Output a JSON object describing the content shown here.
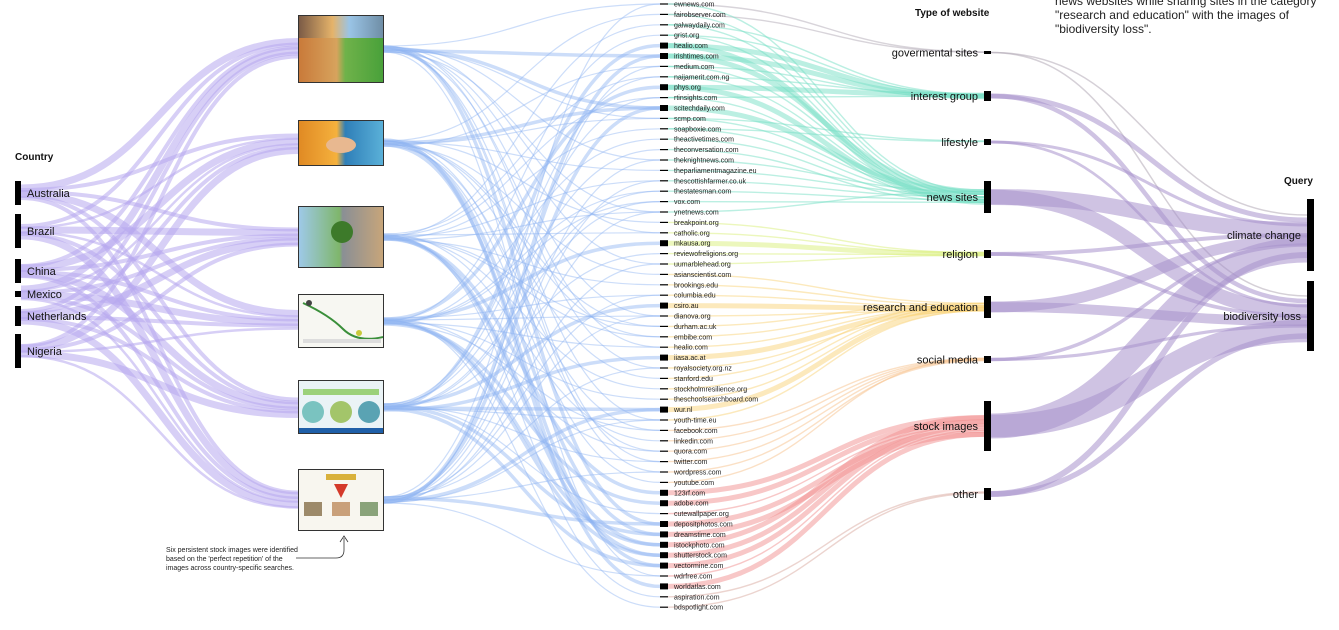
{
  "headings": {
    "country": "Country",
    "type": "Type of website",
    "query": "Query"
  },
  "top_note": "news websites while sharing sites in the category \"research and education\" with the images of \"biodiversity loss\".",
  "bottom_note": "Six persistent stock images were identified based on the 'perfect repetition' of the images across country-specific searches.",
  "countries": [
    "Australia",
    "Brazil",
    "China",
    "Mexico",
    "Netherlands",
    "Nigeria"
  ],
  "sites": [
    "ewnews.com",
    "fairobserver.com",
    "galwaydaily.com",
    "grist.org",
    "healio.com",
    "irishtimes.com",
    "medium.com",
    "naijamerit.com.ng",
    "phys.org",
    "rtinsights.com",
    "scitechdaily.com",
    "scmp.com",
    "soapboxie.com",
    "theactivetimes.com",
    "theconversation.com",
    "theknightnews.com",
    "theparliamentmagazine.eu",
    "thescottishfarmer.co.uk",
    "thestatesman.com",
    "vox.com",
    "ynetnews.com",
    "breakpoint.org",
    "catholic.org",
    "mkausa.org",
    "reviewofreligions.org",
    "uumarblehead.org",
    "asianscientist.com",
    "brookings.edu",
    "columbia.edu",
    "csiro.au",
    "dianova.org",
    "durham.ac.uk",
    "embibe.com",
    "healio.com",
    "iiasa.ac.at",
    "royalsociety.org.nz",
    "stanford.edu",
    "stockholmresilience.org",
    "theschoolsearchboard.com",
    "wur.nl",
    "youth-time.eu",
    "facebook.com",
    "linkedin.com",
    "quora.com",
    "twitter.com",
    "wordpress.com",
    "youtube.com",
    "123rf.com",
    "adobe.com",
    "cutewallpaper.org",
    "depositphotos.com",
    "dreamstime.com",
    "istockphoto.com",
    "shutterstock.com",
    "vectormine.com",
    "wdrfree.com",
    "worldatlas.com",
    "aspiration.com",
    "bdspotlight.com"
  ],
  "types": [
    "govermental sites",
    "interest group",
    "lifestyle",
    "news sites",
    "religion",
    "research and education",
    "social media",
    "stock images",
    "other"
  ],
  "queries": [
    "climate change",
    "biodiversity loss"
  ],
  "colors": {
    "country_flow": "#b7a8ef",
    "image_flow": "#8fb4f2",
    "news_flow": "#78e0c6",
    "religion_flow": "#d9f07a",
    "research_flow": "#f9d47a",
    "social_flow": "#f7c28c",
    "stock_flow": "#f29090",
    "other_flow": "#d9a9a0",
    "query_flow": "#a891cc",
    "gov_flow": "#b2aab6",
    "bar": "#000000"
  }
}
